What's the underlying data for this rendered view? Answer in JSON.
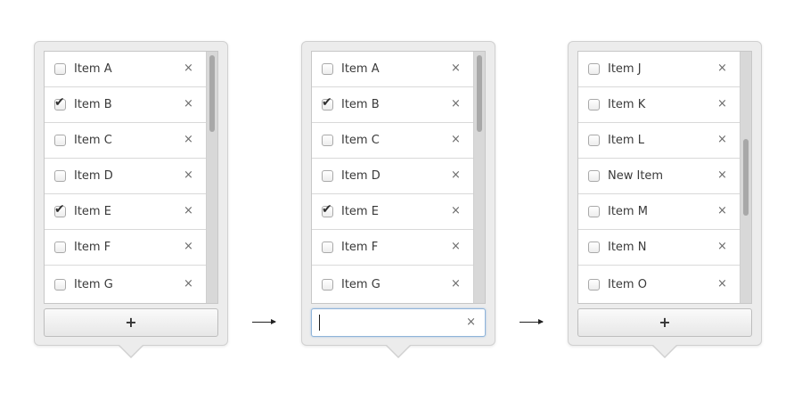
{
  "panels": [
    {
      "items": [
        {
          "label": "Item A",
          "checked": false,
          "remove": "×"
        },
        {
          "label": "Item B",
          "checked": true,
          "remove": "×"
        },
        {
          "label": "Item C",
          "checked": false,
          "remove": "×"
        },
        {
          "label": "Item D",
          "checked": false,
          "remove": "×"
        },
        {
          "label": "Item E",
          "checked": true,
          "remove": "×"
        },
        {
          "label": "Item F",
          "checked": false,
          "remove": "×"
        },
        {
          "label": "Item G",
          "checked": false,
          "remove": "×"
        }
      ],
      "add_label": "+"
    },
    {
      "items": [
        {
          "label": "Item A",
          "checked": false,
          "remove": "×"
        },
        {
          "label": "Item B",
          "checked": true,
          "remove": "×"
        },
        {
          "label": "Item C",
          "checked": false,
          "remove": "×"
        },
        {
          "label": "Item D",
          "checked": false,
          "remove": "×"
        },
        {
          "label": "Item E",
          "checked": true,
          "remove": "×"
        },
        {
          "label": "Item F",
          "checked": false,
          "remove": "×"
        },
        {
          "label": "Item G",
          "checked": false,
          "remove": "×"
        }
      ],
      "entry": {
        "value": "",
        "clear": "×"
      }
    },
    {
      "items": [
        {
          "label": "Item J",
          "checked": false,
          "remove": "×"
        },
        {
          "label": "Item K",
          "checked": false,
          "remove": "×"
        },
        {
          "label": "Item L",
          "checked": false,
          "remove": "×"
        },
        {
          "label": "New Item",
          "checked": false,
          "remove": "×"
        },
        {
          "label": "Item M",
          "checked": false,
          "remove": "×"
        },
        {
          "label": "Item N",
          "checked": false,
          "remove": "×"
        },
        {
          "label": "Item O",
          "checked": false,
          "remove": "×"
        }
      ],
      "add_label": "+"
    }
  ],
  "check_mark": "✔",
  "colors": {
    "panel_bg": "#ececec",
    "list_bg": "#ffffff",
    "entry_focus": "#8fb4d9",
    "scroll_track": "#d8d8d8",
    "scroll_thumb": "#a8a8a8"
  }
}
